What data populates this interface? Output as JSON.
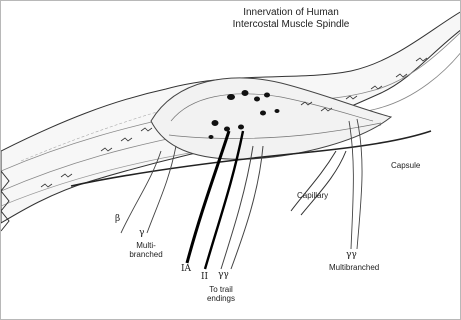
{
  "title": {
    "line1": "Innervation of Human",
    "line2": "Intercostal Muscle Spindle"
  },
  "labels": {
    "capsule": "Capsule",
    "capillary": "Capillary",
    "beta": "β",
    "gamma_multi": "γ",
    "multi_branched_1": "Multi-",
    "multi_branched_2": "branched",
    "ia": "IA",
    "ii": "II",
    "gamma_gamma": "γγ",
    "to_trail_1": "To trail",
    "to_trail_2": "endings",
    "gamma_right": "γγ",
    "multibranched": "Multibranched"
  }
}
